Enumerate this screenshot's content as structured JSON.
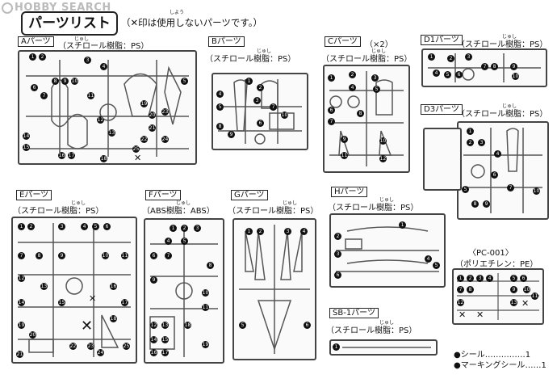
{
  "watermark": "HOBBY SEARCH",
  "header": {
    "title": "パーツリスト",
    "note_ruby": "しよう",
    "note": "（✕印は使用しないパーツです。）"
  },
  "resin_ruby": "じゅし",
  "sprues": [
    {
      "id": "A",
      "name": "Aパーツ",
      "material": "（スチロール樹脂：PS）",
      "count": ""
    },
    {
      "id": "B",
      "name": "Bパーツ",
      "material": "（スチロール樹脂：PS）",
      "count": ""
    },
    {
      "id": "C",
      "name": "Cパーツ",
      "material": "（スチロール樹脂：PS）",
      "count": "（×2）"
    },
    {
      "id": "D1",
      "name": "D1パーツ",
      "material": "（スチロール樹脂：PS）",
      "count": ""
    },
    {
      "id": "D3",
      "name": "D3パーツ",
      "material": "（スチロール樹脂：PS）",
      "count": ""
    },
    {
      "id": "E",
      "name": "Eパーツ",
      "material": "（スチロール樹脂：PS）",
      "count": ""
    },
    {
      "id": "F",
      "name": "Fパーツ",
      "material": "（ABS樹脂：ABS）",
      "count": ""
    },
    {
      "id": "G",
      "name": "Gパーツ",
      "material": "（スチロール樹脂：PS）",
      "count": ""
    },
    {
      "id": "H",
      "name": "Hパーツ",
      "material": "（スチロール樹脂：PS）",
      "count": ""
    },
    {
      "id": "SB1",
      "name": "SB-1パーツ",
      "material": "（スチロール樹脂：PS）",
      "count": ""
    }
  ],
  "pc": {
    "name": "〈PC-001〉",
    "material": "（ポリエチレン：PE）"
  },
  "extras": [
    {
      "label": "●シール",
      "dots": "……………",
      "count": "1"
    },
    {
      "label": "●マーキングシール",
      "dots": "……",
      "count": "1"
    }
  ]
}
